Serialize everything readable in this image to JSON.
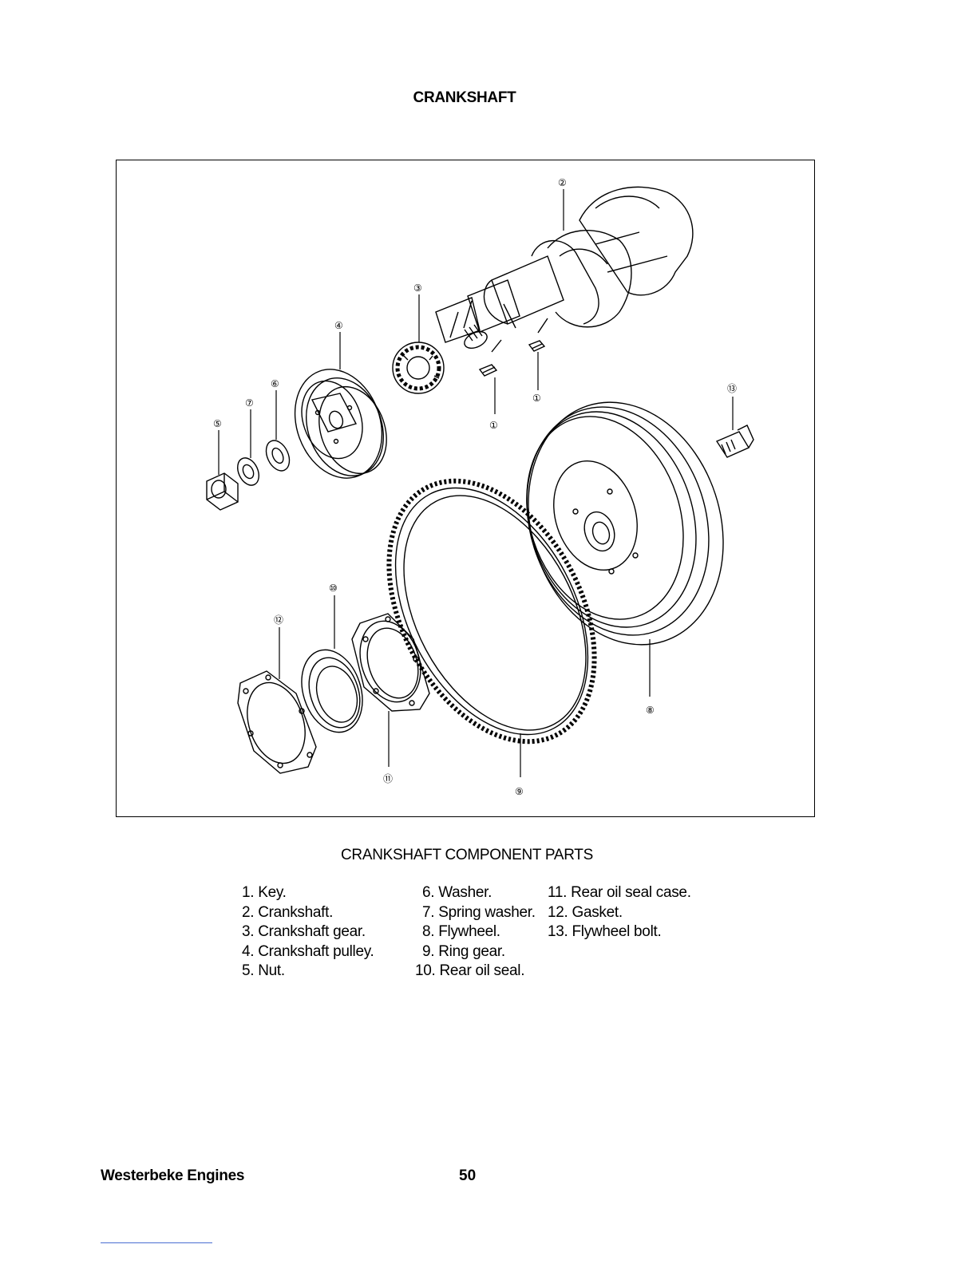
{
  "page": {
    "title": "CRANKSHAFT",
    "figure_caption": "CRANKSHAFT COMPONENT PARTS",
    "footer_left": "Westerbeke Engines",
    "page_number": "50"
  },
  "diagram": {
    "callouts": {
      "key_a": "①",
      "key_b": "①",
      "crankshaft": "②",
      "crankshaft_gear": "③",
      "crankshaft_pulley": "④",
      "nut": "⑤",
      "washer": "⑥",
      "spring_washer": "⑦",
      "flywheel": "⑧",
      "ring_gear": "⑨",
      "rear_oil_seal": "⑩",
      "rear_oil_seal_case": "⑪",
      "gasket": "⑫",
      "flywheel_bolt": "⑬"
    }
  },
  "parts": {
    "col1": [
      "1. Key.",
      "2. Crankshaft.",
      "3. Crankshaft gear.",
      "4. Crankshaft pulley.",
      "5. Nut."
    ],
    "col2": [
      "6. Washer.",
      "7. Spring washer.",
      "8. Flywheel.",
      "9. Ring gear.",
      "10. Rear oil seal."
    ],
    "col3": [
      "11. Rear oil seal case.",
      "12. Gasket.",
      "13. Flywheel bolt."
    ]
  }
}
